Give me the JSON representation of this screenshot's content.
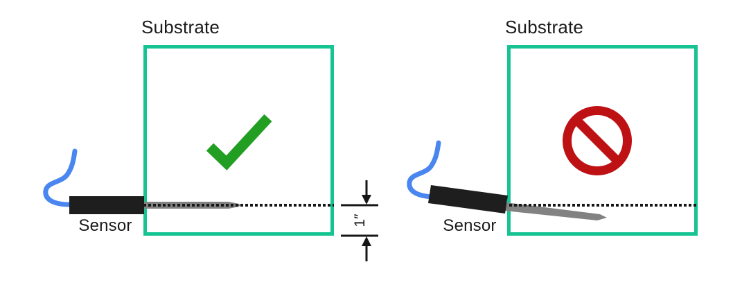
{
  "colors": {
    "substrate_green": "#16c493",
    "check_green": "#229e22",
    "no_red": "#be1114",
    "wire_blue": "#4a86f0",
    "needle_gray": "#828282",
    "sensor_black": "#1e1e1e",
    "line_black": "#161616",
    "text_black": "#1a1a1a"
  },
  "panels": [
    {
      "id": "correct-insertion",
      "substrate_label": "Substrate",
      "sensor_label": "Sensor",
      "status_icon": "check-icon"
    },
    {
      "id": "incorrect-insertion",
      "substrate_label": "Substrate",
      "sensor_label": "Sensor",
      "status_icon": "no-entry-icon"
    }
  ],
  "dimension": {
    "label": "1″"
  }
}
